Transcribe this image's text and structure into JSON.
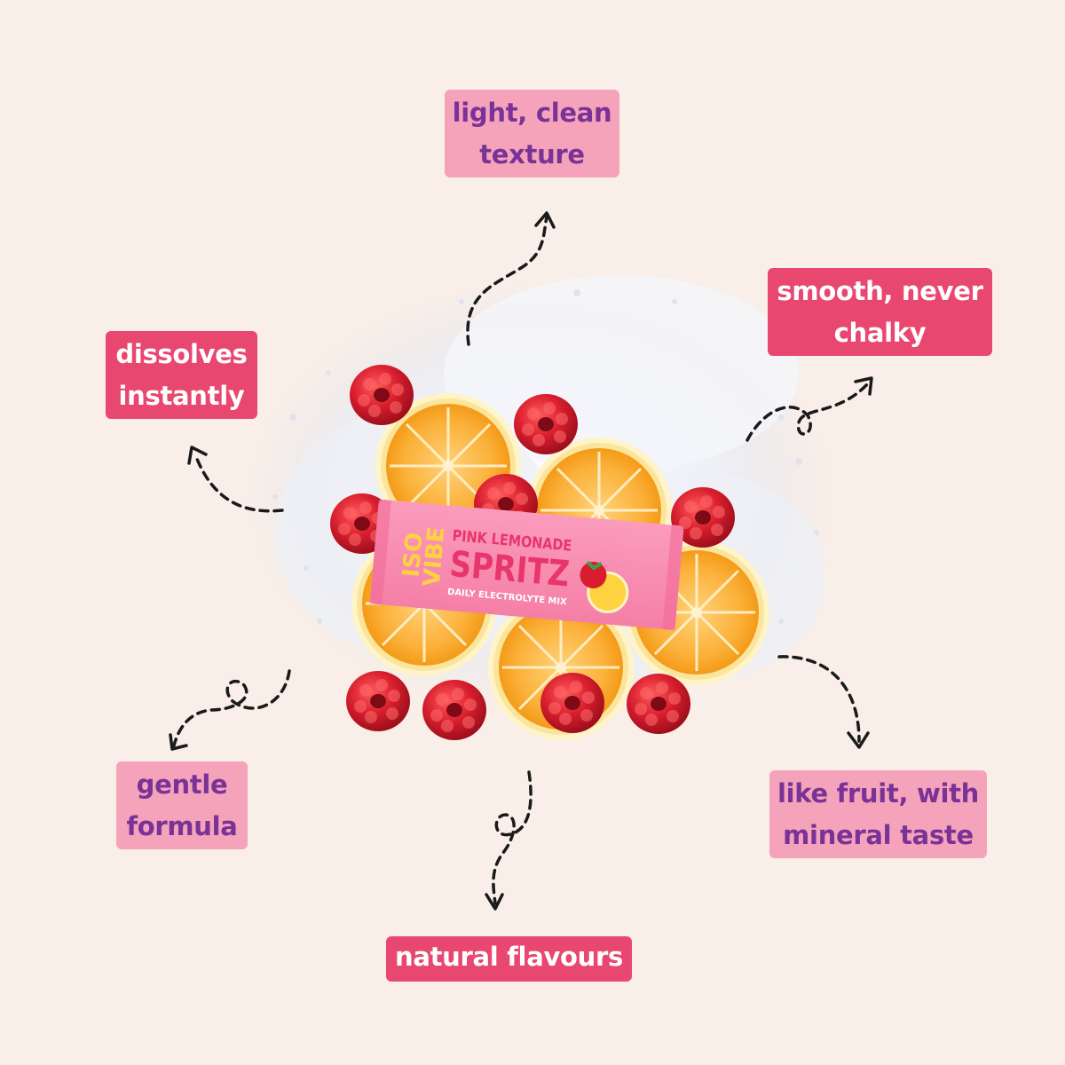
{
  "labels": {
    "light_clean_texture": [
      "light, clean",
      "texture"
    ],
    "smooth_never_chalky": [
      "smooth, never",
      "chalky"
    ],
    "dissolves_instantly": [
      "dissolves",
      "instantly"
    ],
    "gentle_formula": [
      "gentle",
      "formula"
    ],
    "fruit_mineral_taste": [
      "like fruit, with",
      "mineral taste"
    ],
    "natural_flavours": "natural flavours"
  },
  "product": {
    "brand_line1": "ISO",
    "brand_line2": "VIBE",
    "flavor_line1": "PINK LEMONADE",
    "flavor_line2": "SPRITZ",
    "descriptor": "DAILY ELECTROLYTE MIX"
  },
  "colors": {
    "background": "#f9efe8",
    "hot_pink_label": "#e8476f",
    "soft_pink_label": "#f4a3bb",
    "purple_text": "#7a3296",
    "sachet_pink": "#f57fa6",
    "sachet_text_pink": "#e8356c",
    "brand_yellow": "#ffd23f",
    "lemon_orange": "#f7a21d",
    "raspberry_red": "#d81e2e"
  },
  "icons": {
    "arrow": "dashed-curly-arrow-icon",
    "fruit": "lemon-slice-icon",
    "berry": "raspberry-icon"
  }
}
